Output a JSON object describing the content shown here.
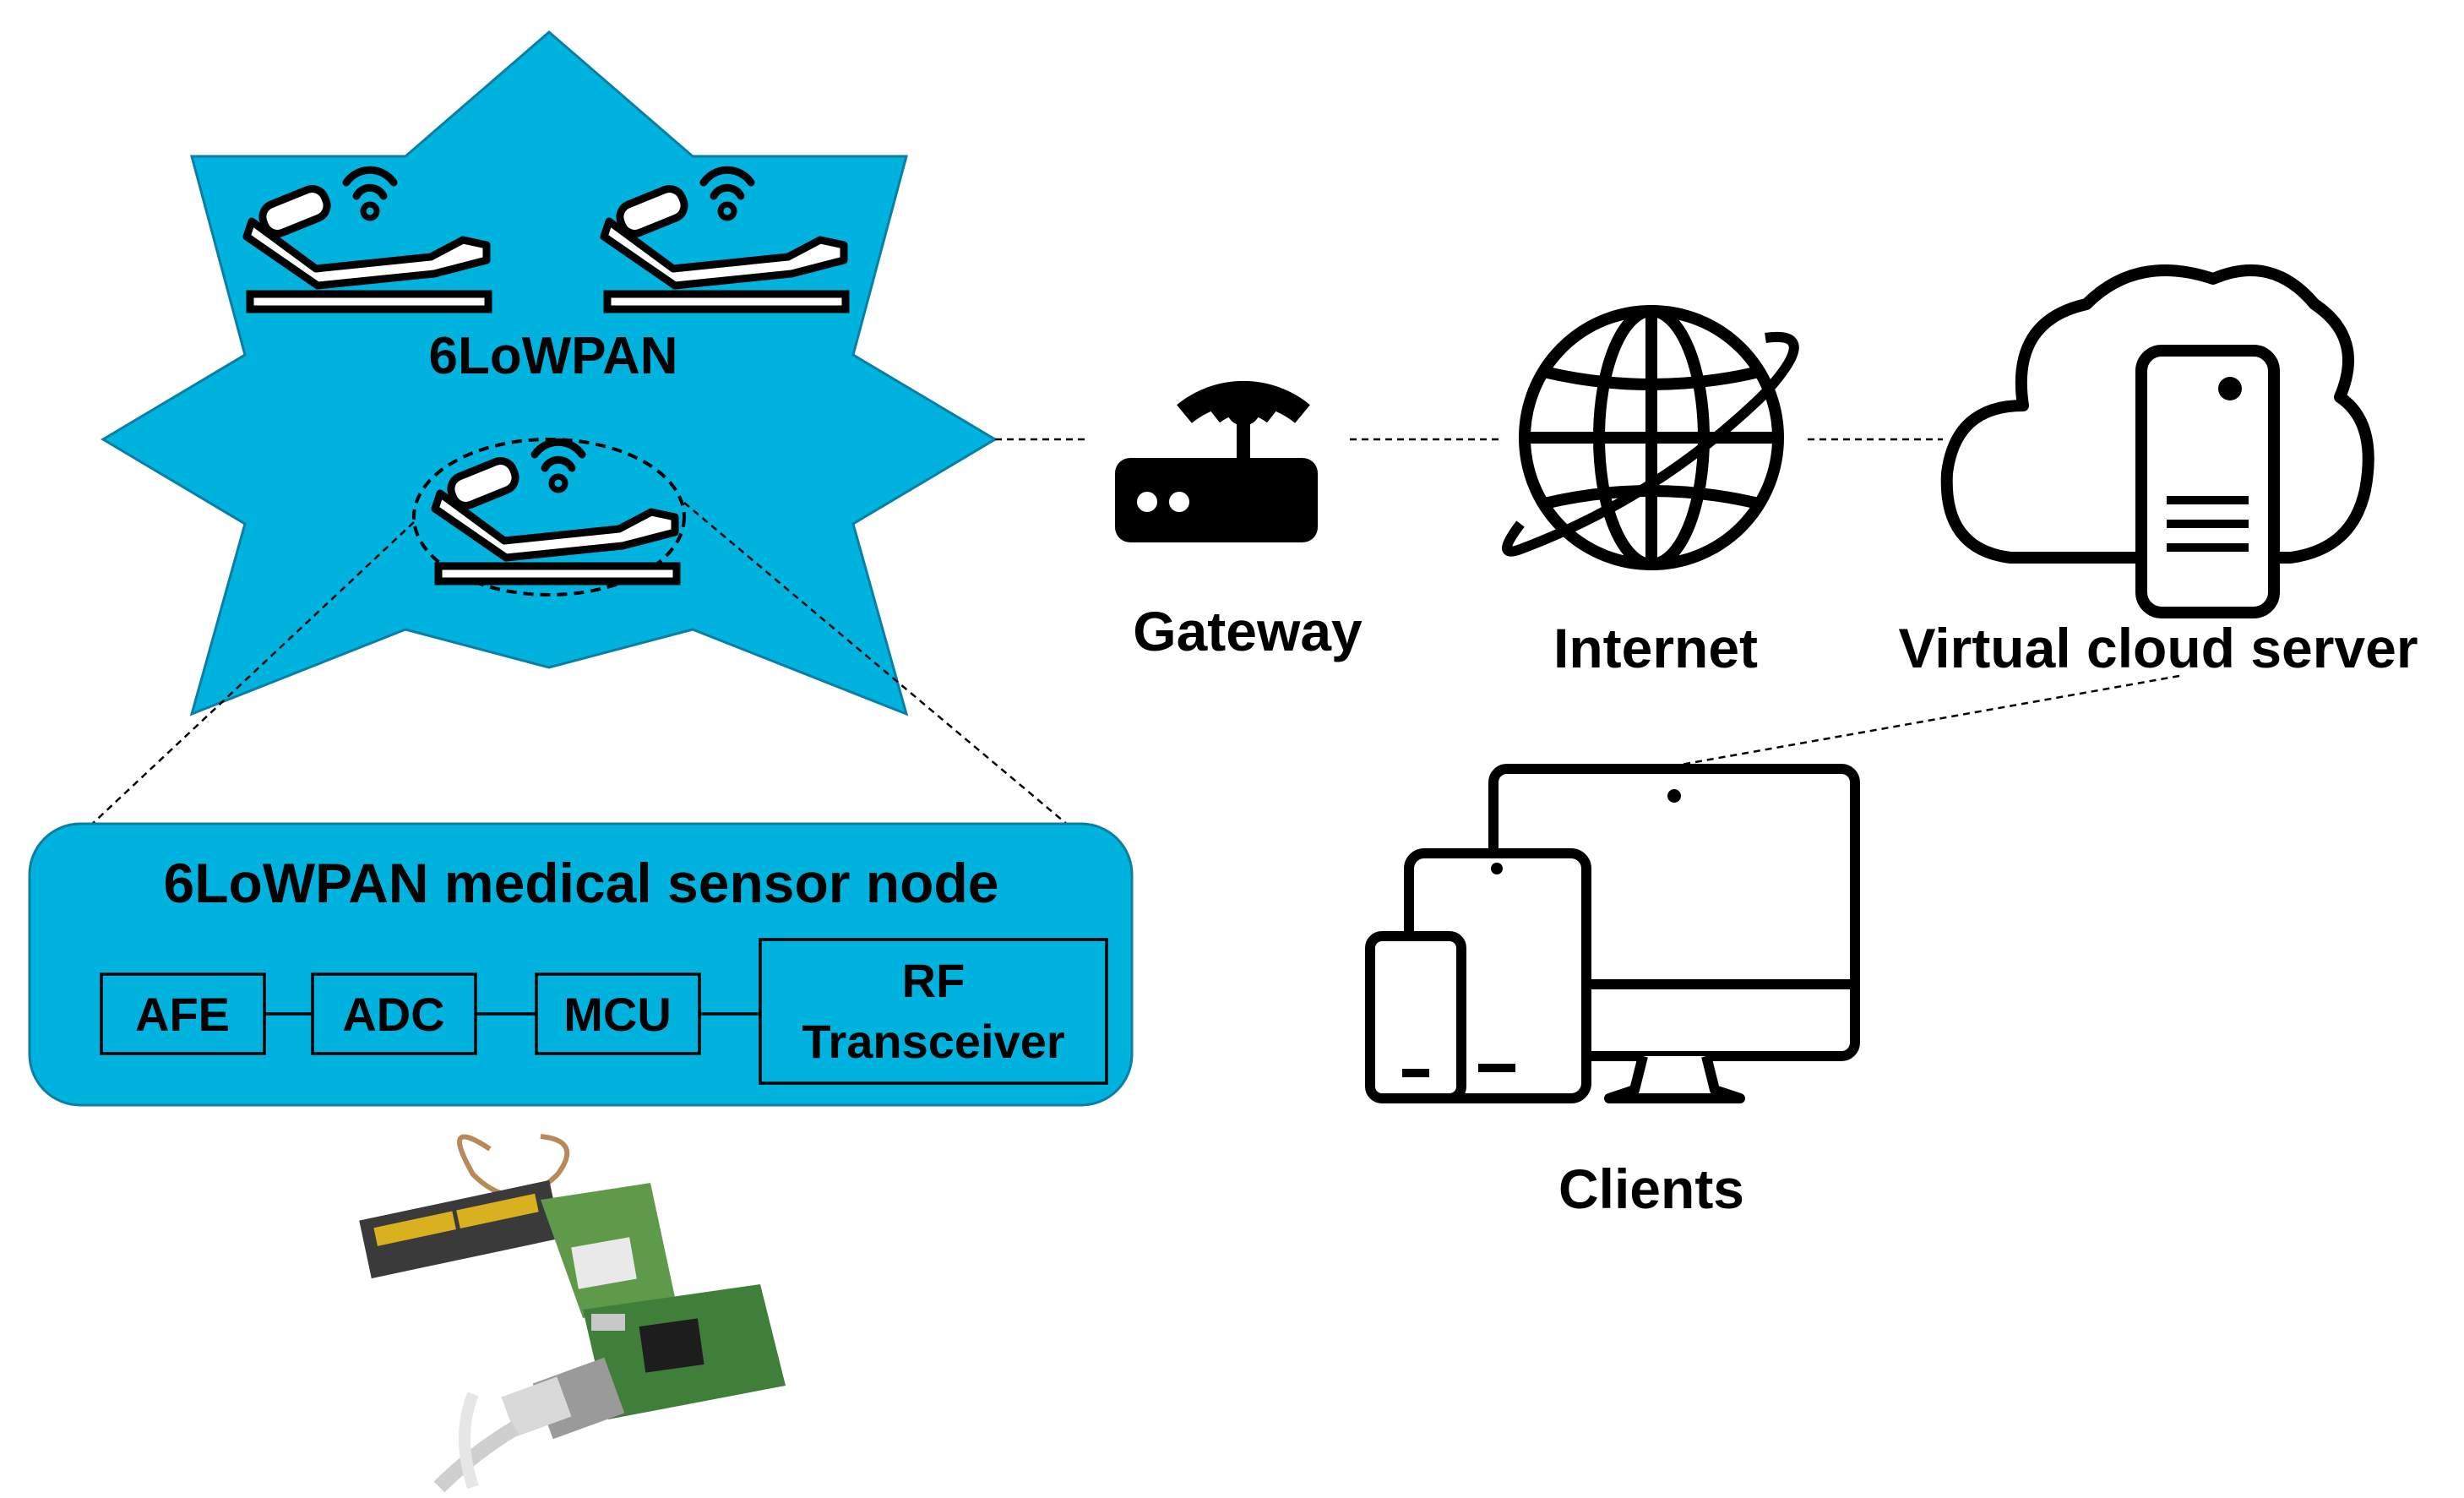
{
  "network": {
    "star_label": "6LoWPAN",
    "star_color": "#00b3de"
  },
  "nodes": {
    "gateway": "Gateway",
    "internet": "Internet",
    "cloud": "Virtual cloud server",
    "clients": "Clients"
  },
  "sensor_node": {
    "title": "6LoWPAN medical sensor node",
    "blocks": [
      "AFE",
      "ADC",
      "MCU",
      "RF",
      "Transceiver"
    ]
  },
  "icons": [
    "hospital-bed-icon",
    "wifi-signal-icon",
    "router-icon",
    "globe-icon",
    "cloud-server-icon",
    "devices-icon",
    "sensor-board-photo"
  ]
}
